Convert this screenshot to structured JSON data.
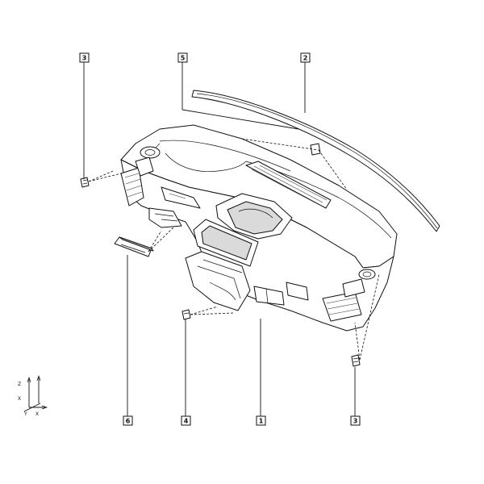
{
  "callouts": [
    {
      "id": "c1",
      "label": "1"
    },
    {
      "id": "c2",
      "label": "2"
    },
    {
      "id": "c3a",
      "label": "3"
    },
    {
      "id": "c3b",
      "label": "3"
    },
    {
      "id": "c4",
      "label": "4"
    },
    {
      "id": "c5",
      "label": "5"
    },
    {
      "id": "c6",
      "label": "6"
    }
  ],
  "axes": {
    "x_label": "X",
    "x2_label": "X",
    "z_label": "Z",
    "y_label": "Y"
  }
}
